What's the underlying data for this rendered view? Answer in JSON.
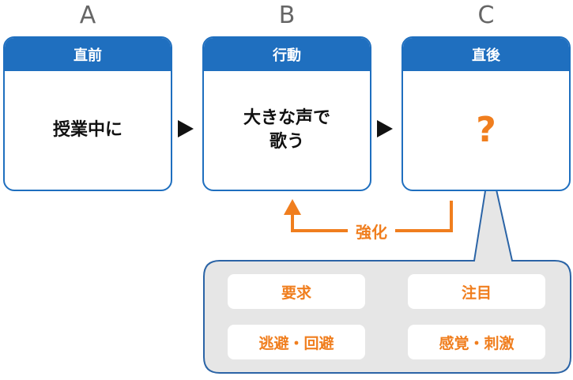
{
  "columns": [
    {
      "letter": "A",
      "header": "直前",
      "body": "授業中に"
    },
    {
      "letter": "B",
      "header": "行動",
      "body": "大きな声で\n歌う"
    },
    {
      "letter": "C",
      "header": "直後",
      "body": "?"
    }
  ],
  "reinforcement_label": "強化",
  "functions": [
    "要求",
    "注目",
    "逃避・回避",
    "感覚・刺激"
  ],
  "colors": {
    "blue": "#1f6fbf",
    "orange": "#f07e1e",
    "bubble": "#e6e6e6",
    "bubble_border": "#2b64a6"
  }
}
